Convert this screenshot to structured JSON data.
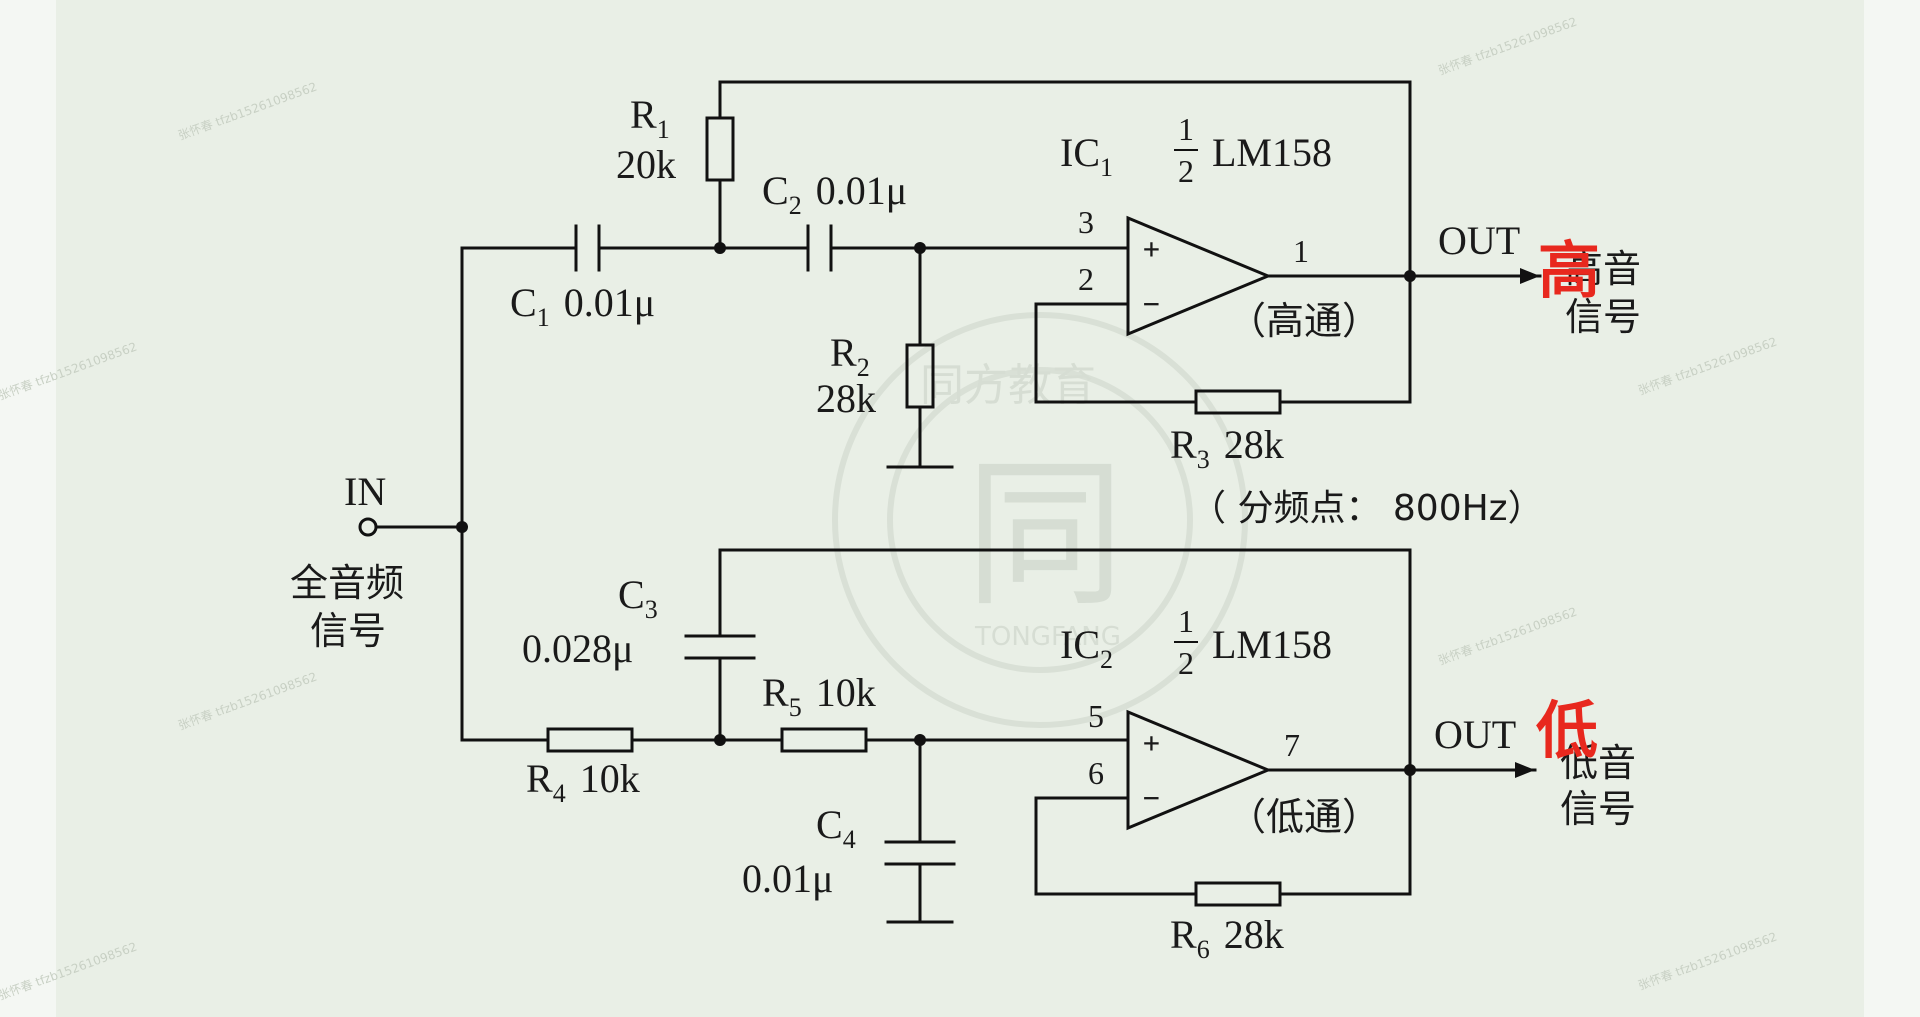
{
  "circuit": {
    "in_label": "IN",
    "in_desc_line1": "全音频",
    "in_desc_line2": "信号",
    "ic1": {
      "name": "IC",
      "sub": "1",
      "part": "LM158",
      "frac_num": "1",
      "frac_den": "2",
      "mode": "（高通）"
    },
    "ic2": {
      "name": "IC",
      "sub": "2",
      "part": "LM158",
      "frac_num": "1",
      "frac_den": "2",
      "mode": "（低通）"
    },
    "components": {
      "r1": {
        "name": "R",
        "sub": "1",
        "value": "20k"
      },
      "r2": {
        "name": "R",
        "sub": "2",
        "value": "28k"
      },
      "r3": {
        "name": "R",
        "sub": "3",
        "value": "28k"
      },
      "r4": {
        "name": "R",
        "sub": "4",
        "value": "10k"
      },
      "r5": {
        "name": "R",
        "sub": "5",
        "value": "10k"
      },
      "r6": {
        "name": "R",
        "sub": "6",
        "value": "28k"
      },
      "c1": {
        "name": "C",
        "sub": "1",
        "value": "0.01μ"
      },
      "c2": {
        "name": "C",
        "sub": "2",
        "value": "0.01μ"
      },
      "c3": {
        "name": "C",
        "sub": "3",
        "value": "0.028μ"
      },
      "c4": {
        "name": "C",
        "sub": "4",
        "value": "0.01μ"
      }
    },
    "pins": {
      "p1": "1",
      "p2": "2",
      "p3": "3",
      "p5": "5",
      "p6": "6",
      "p7": "7"
    },
    "plus_sign": "+",
    "minus_sign": "−",
    "out_label": "OUT",
    "out_high_line1": "高音",
    "out_high_line2": "信号",
    "out_low_line1": "低音",
    "out_low_line2": "信号",
    "crossover_note": "（ 分频点：  800Hz）"
  },
  "annotations": {
    "high": "高",
    "low": "低"
  },
  "watermark": {
    "seal_top": "同方教育",
    "seal_center": "同",
    "seal_bottom": "TONGFANG",
    "tiled_text": "张怀春 tfzb15261098562"
  }
}
